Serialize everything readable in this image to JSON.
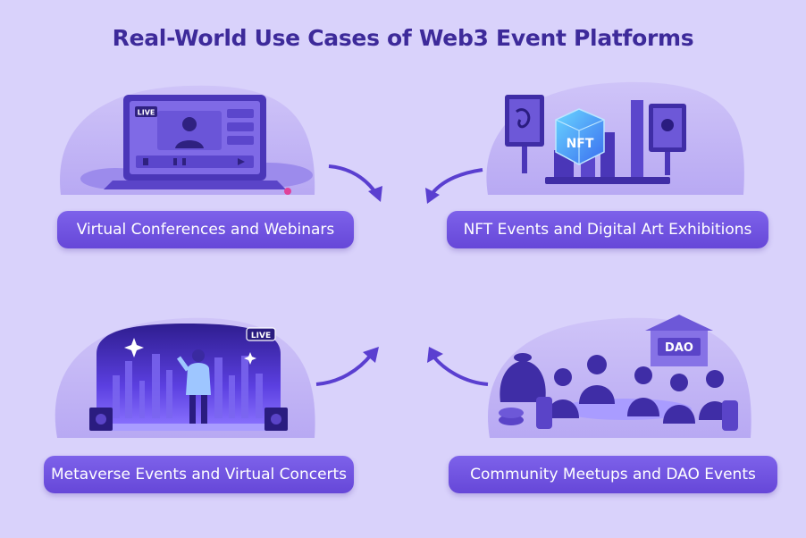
{
  "title": "Real-World Use Cases of Web3 Event Platforms",
  "cards": [
    {
      "label": "Virtual Conferences and Webinars",
      "badge": "LIVE",
      "icon": "laptop-webinar-icon"
    },
    {
      "label": "NFT Events and Digital Art Exhibitions",
      "badge": "NFT",
      "icon": "nft-gallery-icon"
    },
    {
      "label": "Metaverse Events and Virtual Concerts",
      "badge": "LIVE",
      "icon": "metaverse-concert-icon"
    },
    {
      "label": "Community Meetups and DAO Events",
      "badge": "DAO",
      "icon": "dao-meetup-icon"
    }
  ],
  "colors": {
    "background": "#d9d2fb",
    "title": "#3d2a9a",
    "label_bg": "#6e50e0",
    "accent": "#5a3fd0"
  }
}
